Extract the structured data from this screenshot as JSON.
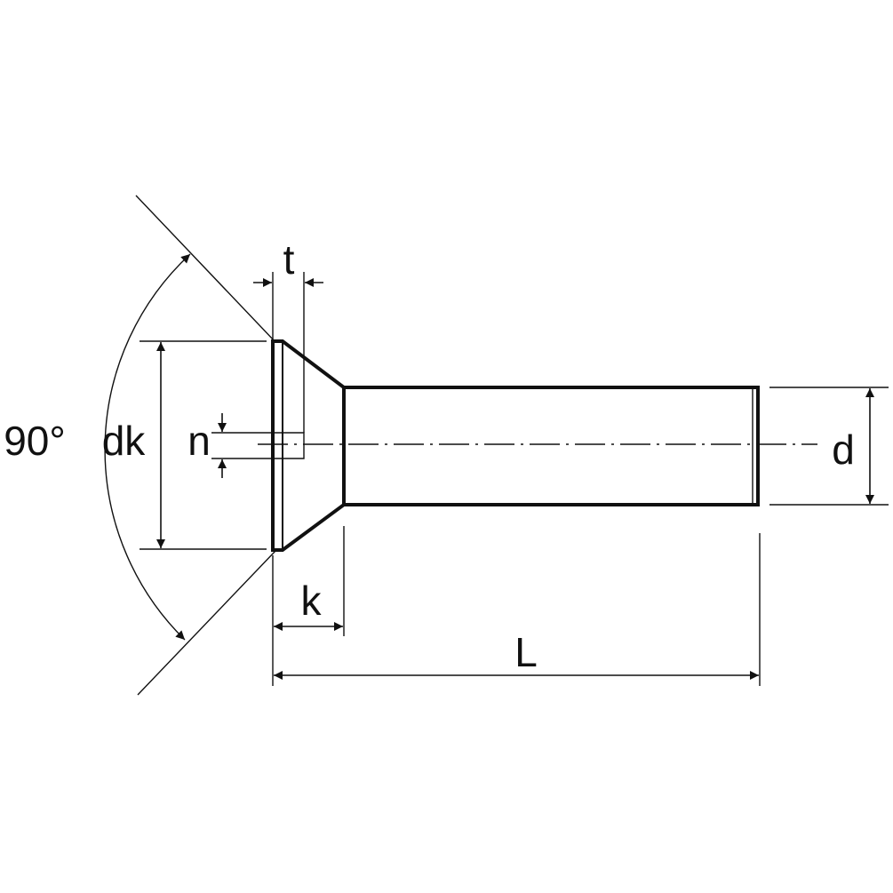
{
  "diagram": {
    "labels": {
      "t": "t",
      "angle": "90°",
      "dk": "dk",
      "n": "n",
      "d": "d",
      "k": "k",
      "L": "L"
    },
    "colors": {
      "line": "#111111",
      "background": "#ffffff"
    }
  }
}
